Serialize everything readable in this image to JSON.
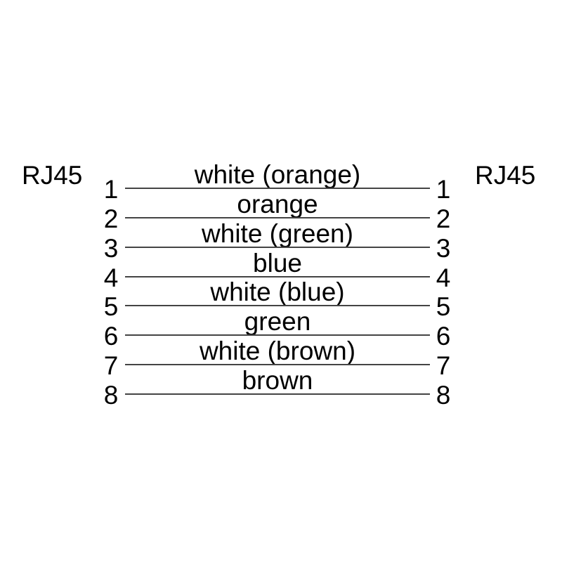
{
  "diagram": {
    "type": "rj45-straight-through-cable-pinout",
    "left_connector_label": "RJ45",
    "right_connector_label": "RJ45",
    "wires": [
      {
        "pin_left": "1",
        "pin_right": "1",
        "color_label": "white (orange)"
      },
      {
        "pin_left": "2",
        "pin_right": "2",
        "color_label": "orange"
      },
      {
        "pin_left": "3",
        "pin_right": "3",
        "color_label": "white (green)"
      },
      {
        "pin_left": "4",
        "pin_right": "4",
        "color_label": "blue"
      },
      {
        "pin_left": "5",
        "pin_right": "5",
        "color_label": "white (blue)"
      },
      {
        "pin_left": "6",
        "pin_right": "6",
        "color_label": "green"
      },
      {
        "pin_left": "7",
        "pin_right": "7",
        "color_label": "white (brown)"
      },
      {
        "pin_left": "8",
        "pin_right": "8",
        "color_label": "brown"
      }
    ],
    "colors": {
      "background": "#ffffff",
      "text": "#000000",
      "wire_line": "#444444"
    }
  }
}
